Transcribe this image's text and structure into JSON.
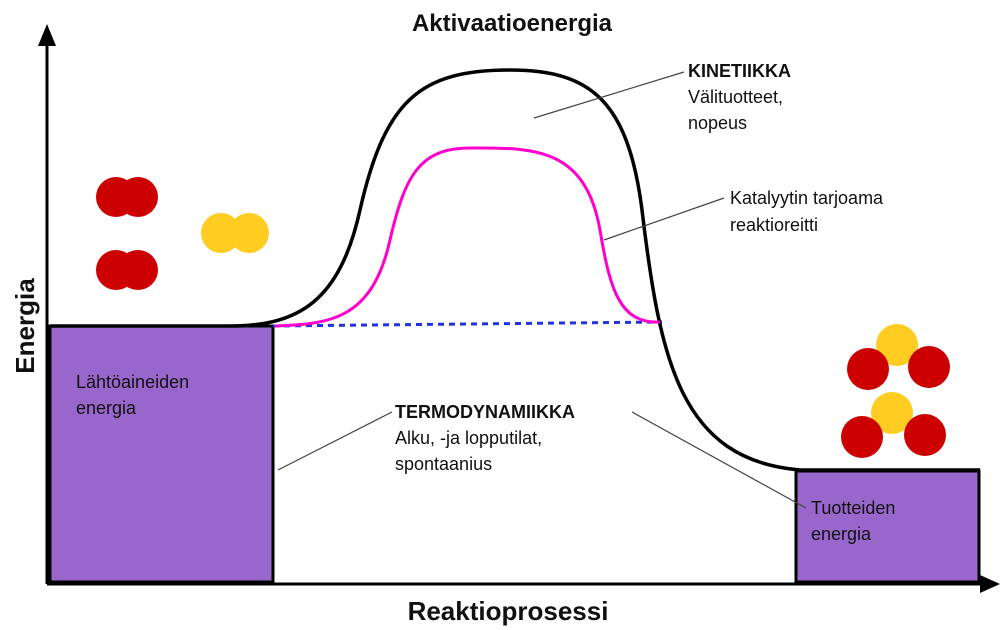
{
  "title": "Aktivaatioenergia",
  "x_axis_label": "Reaktioprosessi",
  "y_axis_label": "Energia",
  "reactant_box": {
    "line1": "Lähtöaineiden",
    "line2": "energia"
  },
  "product_box": {
    "line1": "Tuotteiden",
    "line2": "energia"
  },
  "kinetics_note": {
    "heading": "KINETIIKKA",
    "line1": "Välituotteet,",
    "line2": "nopeus"
  },
  "catalyst_note": {
    "line1": "Katalyytin tarjoama",
    "line2": "reaktioreitti"
  },
  "thermo_note": {
    "heading": "TERMODYNAMIIKKA",
    "line1": "Alku, -ja lopputilat,",
    "line2": "spontaanius"
  },
  "colors": {
    "energy_box": "#9966cc",
    "uncatalyzed_path": "#000000",
    "catalyzed_path": "#ff00cc",
    "reference_line": "#2233dd",
    "red_atom": "#cc0000",
    "yellow_atom": "#ffcc22"
  }
}
